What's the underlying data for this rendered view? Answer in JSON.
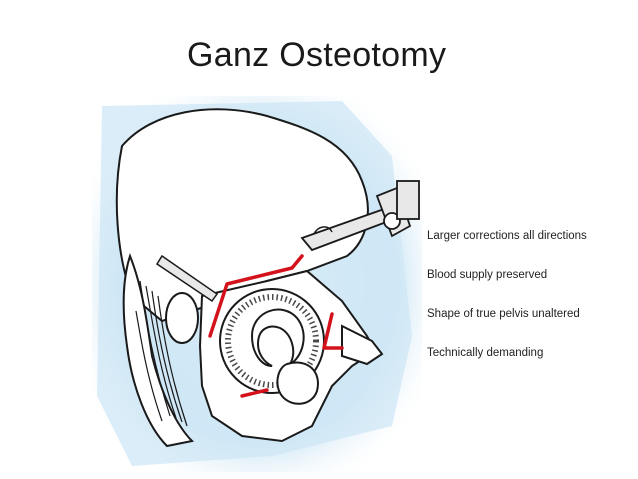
{
  "slide": {
    "title": "Ganz Osteotomy",
    "bullets": [
      {
        "text": "Larger corrections all directions"
      },
      {
        "text": "Blood supply preserved"
      },
      {
        "text": "Shape of true pelvis unaltered"
      },
      {
        "text": "Technically demanding"
      }
    ]
  },
  "illustration": {
    "background_color": "#cfe7f5",
    "line_color": "#1a1a1a",
    "cut_color": "#d4121b"
  }
}
